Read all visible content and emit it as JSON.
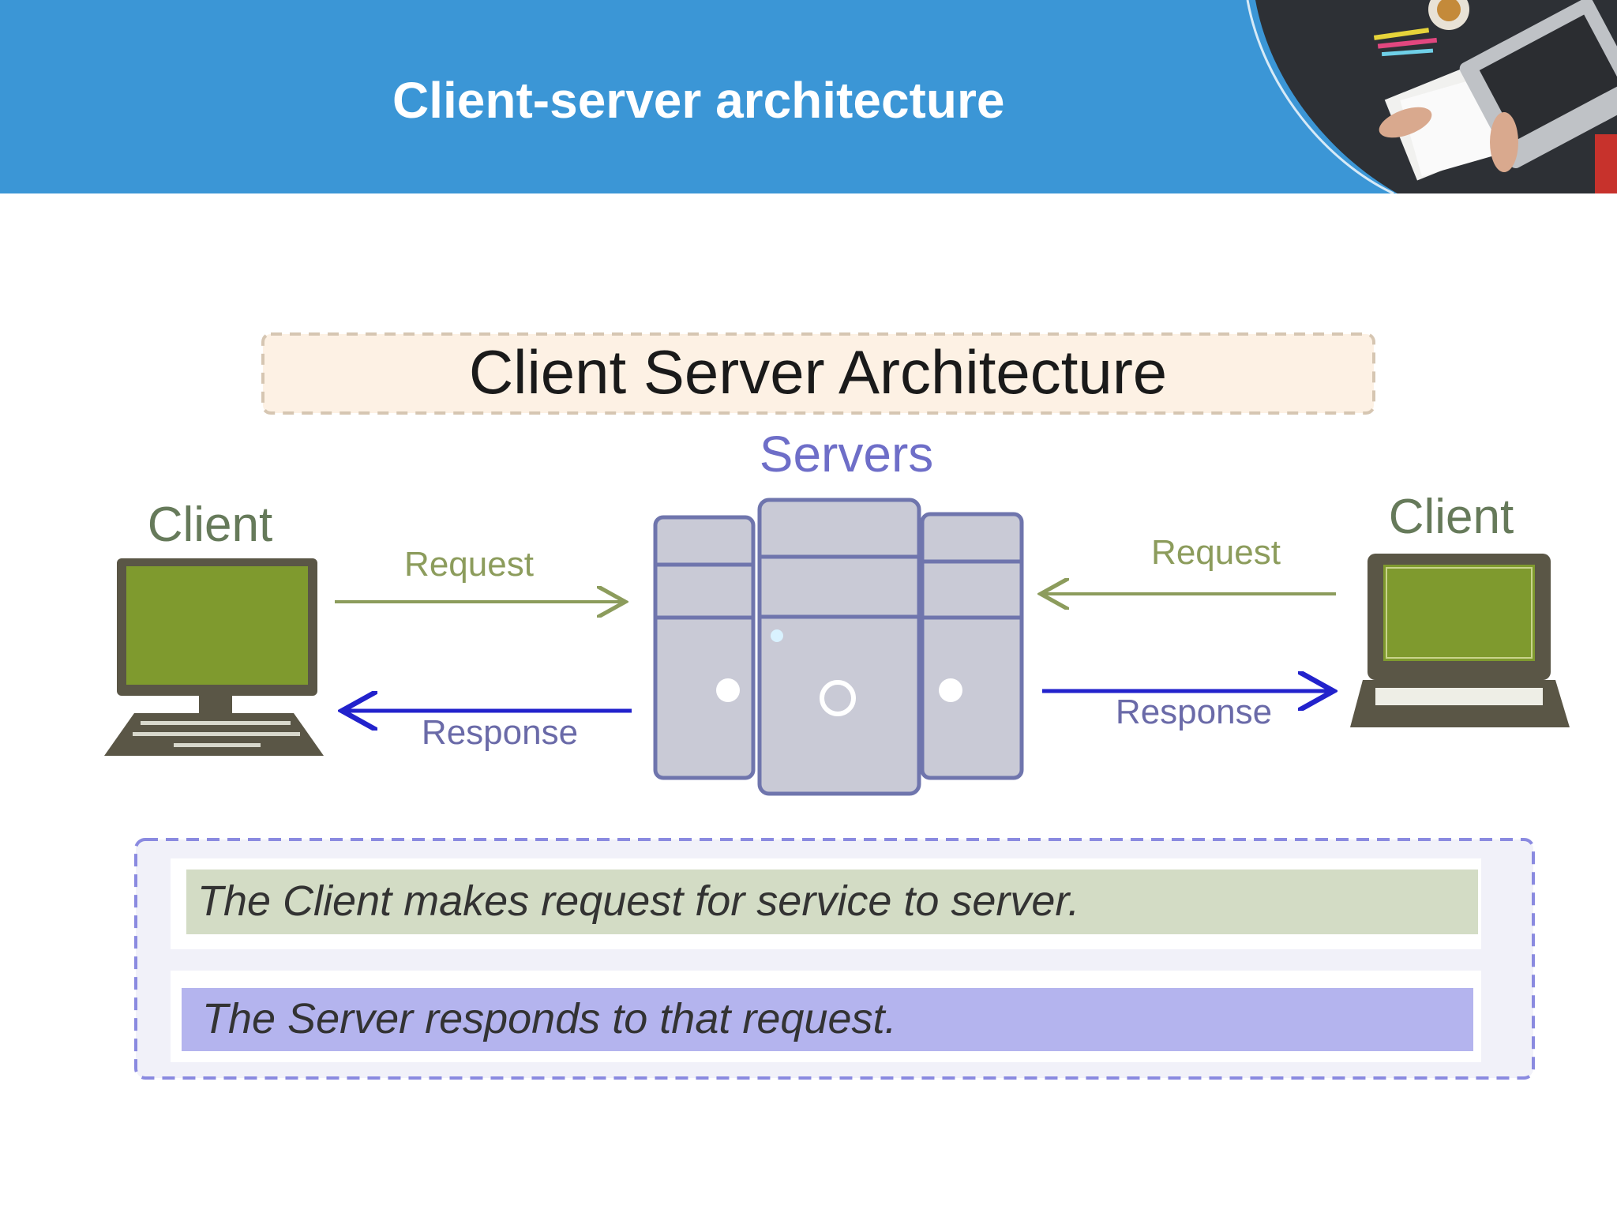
{
  "slide": {
    "title": "Client-server architecture"
  },
  "diagram": {
    "title": "Client Server Architecture",
    "servers_label": "Servers",
    "left_client": {
      "label": "Client",
      "request_label": "Request",
      "response_label": "Response"
    },
    "right_client": {
      "label": "Client",
      "request_label": "Request",
      "response_label": "Response"
    },
    "notes": [
      "The Client makes request for service to server.",
      "The Server responds to that request."
    ]
  },
  "colors": {
    "header_bg": "#3b96d6",
    "client_screen": "#7f9a2e",
    "client_frame": "#5a5646",
    "request_arrow": "#8c9c5c",
    "response_arrow": "#2222cc",
    "server_fill": "#c9cad6",
    "server_stroke": "#6f75ad",
    "note_green": "#d3dcc5",
    "note_purple": "#b4b4ee"
  }
}
